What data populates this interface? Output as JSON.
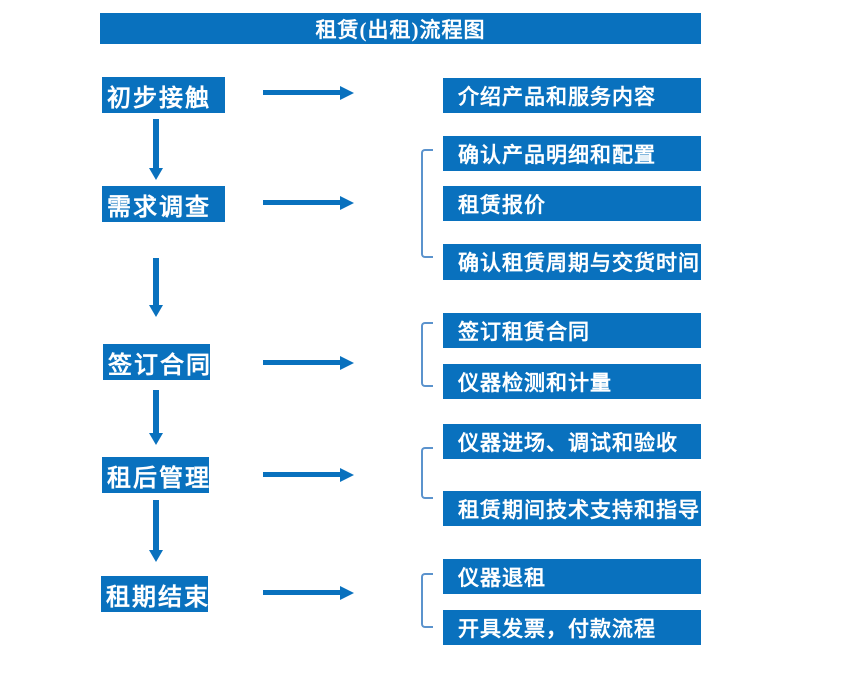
{
  "flowchart": {
    "title": "租赁(出租)流程图",
    "colors": {
      "box_blue": "#0971BE",
      "bracket_blue": "#5B93CD",
      "text_white": "#FFFFFF",
      "background": "#FFFFFF"
    },
    "stages": [
      {
        "label": "初步接触",
        "details": [
          "介绍产品和服务内容"
        ]
      },
      {
        "label": "需求调查",
        "details": [
          "确认产品明细和配置",
          "租赁报价",
          "确认租赁周期与交货时间"
        ]
      },
      {
        "label": "签订合同",
        "details": [
          "签订租赁合同",
          "仪器检测和计量"
        ]
      },
      {
        "label": "租后管理",
        "details": [
          "仪器进场、调试和验收",
          "租赁期间技术支持和指导"
        ]
      },
      {
        "label": "租期结束",
        "details": [
          "仪器退租",
          "开具发票，付款流程"
        ]
      }
    ]
  }
}
